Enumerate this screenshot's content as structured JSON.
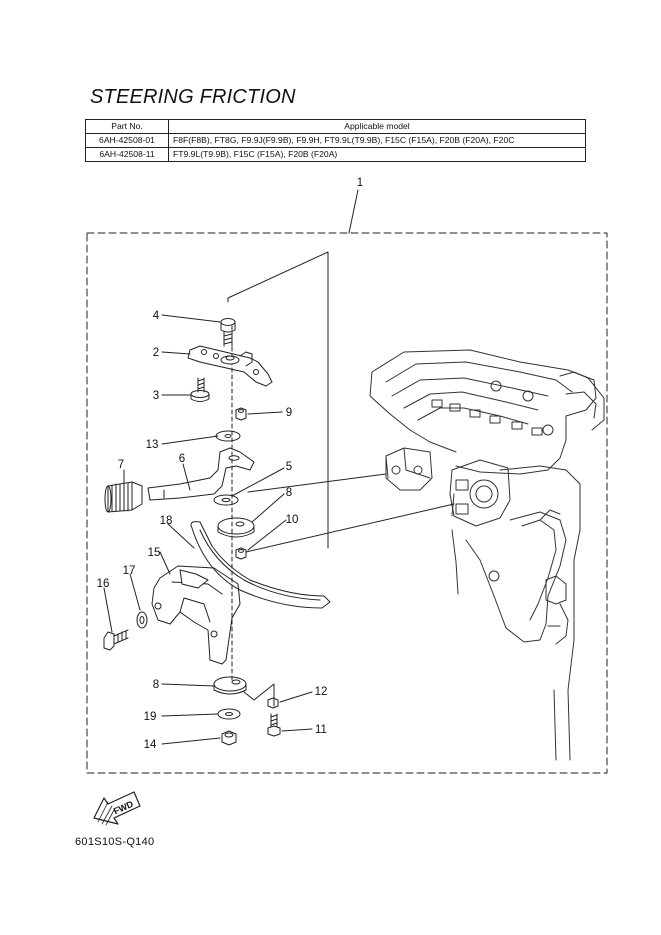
{
  "title": "STEERING FRICTION",
  "table": {
    "headers": [
      "Part No.",
      "Applicable model"
    ],
    "rows": [
      {
        "part_no": "6AH-42508-01",
        "models": "F8F(F8B), FT8G, F9.9J(F9.9B), F9.9H, FT9.9L(T9.9B), F15C (F15A), F20B (F20A), F20C"
      },
      {
        "part_no": "6AH-42508-11",
        "models": "FT9.9L(T9.9B), F15C (F15A), F20B (F20A)"
      }
    ]
  },
  "callouts": {
    "c1": "1",
    "c2": "2",
    "c3": "3",
    "c4": "4",
    "c5": "5",
    "c6": "6",
    "c7": "7",
    "c8a": "8",
    "c8b": "8",
    "c9": "9",
    "c10": "10",
    "c11": "11",
    "c12": "12",
    "c13": "13",
    "c14": "14",
    "c15": "15",
    "c16": "16",
    "c17": "17",
    "c18": "18",
    "c19": "19"
  },
  "fwd_label": "FWD",
  "diagram_code": "601S10S-Q140",
  "colors": {
    "ink": "#222222",
    "background": "#ffffff"
  }
}
